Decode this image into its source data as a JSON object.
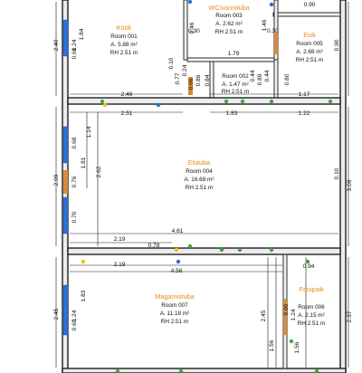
{
  "rooms": {
    "kook": {
      "name": "Köök",
      "number": "Room 001",
      "area": "A. 5.88 m²",
      "height": "RH 2.51 m"
    },
    "wc": {
      "name": "WC/vannituba",
      "number": "Room 003",
      "area": "A. 2.62 m²",
      "height": "RH 2.51 m"
    },
    "esik": {
      "name": "Esik",
      "number": "Room 005",
      "area": "A. 2.68 m²",
      "height": "RH 2.51 m"
    },
    "room002": {
      "name": "",
      "number": "Room 002",
      "area": "A. 1.47 m²",
      "height": "RH 2.51 m"
    },
    "elutuba": {
      "name": "Elutuba",
      "number": "Room 004",
      "area": "A. 16.68 m²",
      "height": "RH 2.51 m"
    },
    "magamistuba": {
      "name": "Magamistuba",
      "number": "Room 007",
      "area": "A. 11.18 m²",
      "height": "RH 2.51 m"
    },
    "panipaik": {
      "name": "Panipaik",
      "number": "Room 006",
      "area": "A. 2.15 m²",
      "height": "RH 2.51 m"
    }
  },
  "dimensions": {
    "top_090": "0.90",
    "left_240": "2.40",
    "left_184": "1.84",
    "left_124": "1.24",
    "left_060": "0.60",
    "wc_046": "0.46",
    "wc_146": "1.46",
    "wc_030": "0.30",
    "esik_030": "0.30",
    "right_090": "0.90",
    "mid_179": "1.79",
    "mid_010": "0.10",
    "r2_077": "0.77",
    "r2_024": "0.24",
    "r2_066": "0.66",
    "r2_086": "0.86",
    "r2_084": "0.84",
    "r2_044": "0.44",
    "r2_089": "0.89",
    "r2_044b": "0.44",
    "r2_080": "0.80",
    "h_246": "2.46",
    "h_117": "1.17",
    "h_251": "2.51",
    "h_183": "1.83",
    "h_122": "1.22",
    "el_114": "1.14",
    "el_181": "1.81",
    "el_068": "0.68",
    "el_262": "2.62",
    "el_299": "2.99",
    "el_076": "0.76",
    "el_070": "0.70",
    "el_010": "0.10",
    "el_309": "3.09",
    "el_461": "4.61",
    "el_219": "2.19",
    "el_078": "0.78",
    "el_219b": "2.19",
    "el_456": "4.56",
    "el_094": "0.94",
    "mg_245": "2.45",
    "mg_183": "1.83",
    "mg_124": "1.24",
    "mg_060": "0.60",
    "mg_245b": "2.45",
    "mg_156": "1.56",
    "pp_060": "0.60",
    "pp_124": "1.24",
    "pp_156": "1.56",
    "pp_237": "2.37"
  }
}
